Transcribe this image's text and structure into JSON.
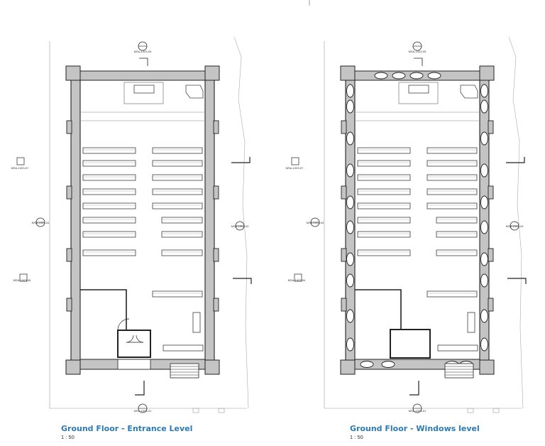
{
  "drawings": [
    {
      "title": "Ground Floor - Entrance Level",
      "scale": "1 : 50",
      "tags": {
        "top": "MSA-1003-05",
        "bottom": "MSA-1003-01",
        "left": "MSA-1003-04",
        "right": "MSA-1003-03",
        "elev_upper": "MSA-1003-07",
        "elev_lower": "MSA-1003-06"
      }
    },
    {
      "title": "Ground Floor - Windows level",
      "scale": "1 : 50",
      "tags": {
        "top": "MSA-1003-05",
        "bottom": "MSA-1003-01",
        "left": "MSA-1003-04",
        "right": "MSA-1003-03",
        "elev_upper": "MSA-1003-07",
        "elev_lower": "MSA-1003-06"
      }
    }
  ],
  "colors": {
    "wall_fill": "#c4c4c4",
    "line": "#222222",
    "title": "#2a7ab8"
  }
}
